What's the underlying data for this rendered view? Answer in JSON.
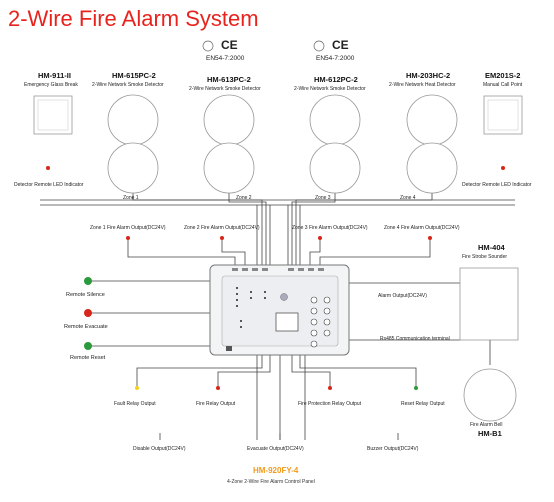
{
  "title": "2-Wire Fire Alarm System",
  "certs": [
    {
      "mark": "CE",
      "standard": "EN54-7:2000"
    },
    {
      "mark": "CE",
      "standard": "EN54-7:2000"
    }
  ],
  "devices": {
    "glass_break": {
      "model": "HM-911-II",
      "desc": "Emergency Glass Break"
    },
    "smoke1": {
      "model": "HM-615PC-2",
      "desc": "2-Wire Network Smoke Detector"
    },
    "smoke2": {
      "model": "HM-613PC-2",
      "desc": "2-Wire Network Smoke Detector"
    },
    "smoke3": {
      "model": "HM-612PC-2",
      "desc": "2-Wire Network Smoke Detector"
    },
    "heat": {
      "model": "HM-203HC-2",
      "desc": "2-Wire Network Heat Detector"
    },
    "call_point": {
      "model": "EM201S-2",
      "desc": "Manual Call Point"
    },
    "strobe": {
      "model": "HM-404",
      "desc": "Fire Strobe Sounder"
    },
    "bell": {
      "model": "HM-B1",
      "desc": "Fire Alarm Bell"
    }
  },
  "led_left": "Detector Remote LED Indicator",
  "led_right": "Detector Remote LED Indicator",
  "zones": [
    "Zone 1",
    "Zone 2",
    "Zone 3",
    "Zone 4"
  ],
  "zone_outputs": [
    "Zone 1 Fire Alarm Output(DC24V)",
    "Zone 2 Fire Alarm Output(DC24V)",
    "Zone 3 Fire Alarm Output(DC24V)",
    "Zone 4 Fire Alarm Output(DC24V)"
  ],
  "remote": {
    "silence": "Remote Silence",
    "evacuate": "Remote Evacuate",
    "reset": "Remote Reset"
  },
  "alarm_output": "Alarm Output(DC24V)",
  "rs485": "Rs485 Communication terminal",
  "relays": {
    "fault": "Fault Relay Output",
    "fire": "Fire Relay Output",
    "protection": "Fire Protection Relay Output",
    "reset": "Reset Relay Output"
  },
  "bottom_outputs": {
    "disable": "Disable Output(DC24V)",
    "evacuate": "Evacuate Output(DC24V)",
    "buzzer": "Buzzer Output(DC24V)"
  },
  "panel": {
    "model": "HM-920FY-4",
    "desc": "4-Zone 2-Wire Fire Alarm Control Panel"
  },
  "colors": {
    "title": "#e8231e",
    "model": "#f29a1a",
    "led_red": "#d9261c",
    "led_green": "#2a9a3c",
    "led_yellow": "#f2d21b"
  }
}
